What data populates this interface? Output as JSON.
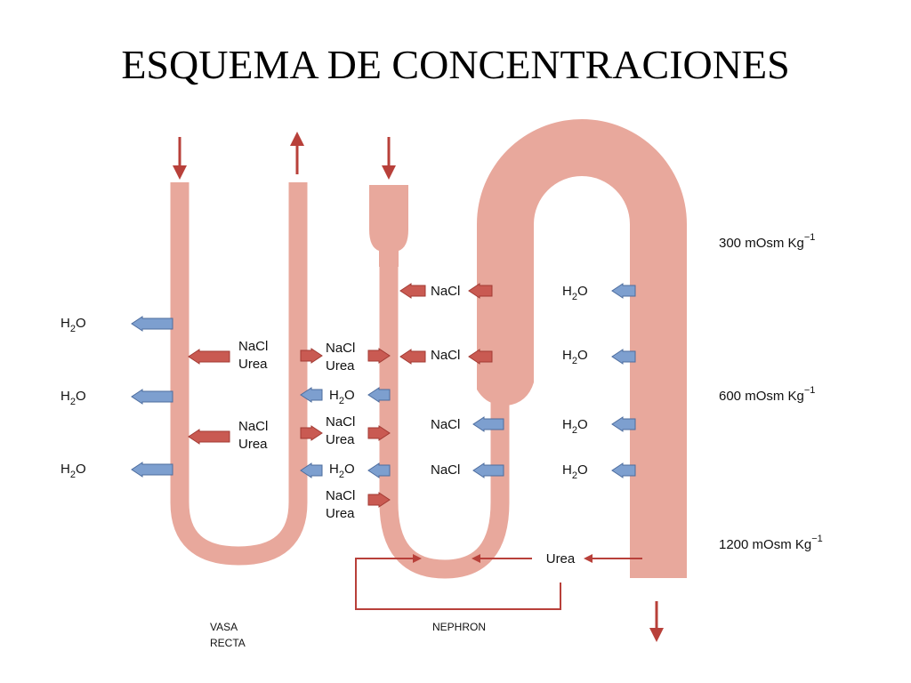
{
  "title": "ESQUEMA DE CONCENTRACIONES",
  "colors": {
    "tube": "#e8a89c",
    "tube_dark": "#c5847a",
    "red_arrow": "#c95a52",
    "red_arrow_edge": "#a23a33",
    "blue_arrow": "#7d9fcf",
    "blue_arrow_edge": "#4d6d9e",
    "flow_line": "#b8403a"
  },
  "labels": {
    "h2o_main": "H",
    "h2o_sub": "2",
    "h2o_tail": "O",
    "nacl": "NaCl",
    "urea": "Urea"
  },
  "concentrations": [
    {
      "value": "300 mOsm Kg",
      "exp": "−1"
    },
    {
      "value": "600 mOsm Kg",
      "exp": "−1"
    },
    {
      "value": "1200 mOsm Kg",
      "exp": "−1"
    }
  ],
  "captions": {
    "vasa_line1": "VASA",
    "vasa_line2": "RECTA",
    "nephron": "NEPHRON"
  }
}
